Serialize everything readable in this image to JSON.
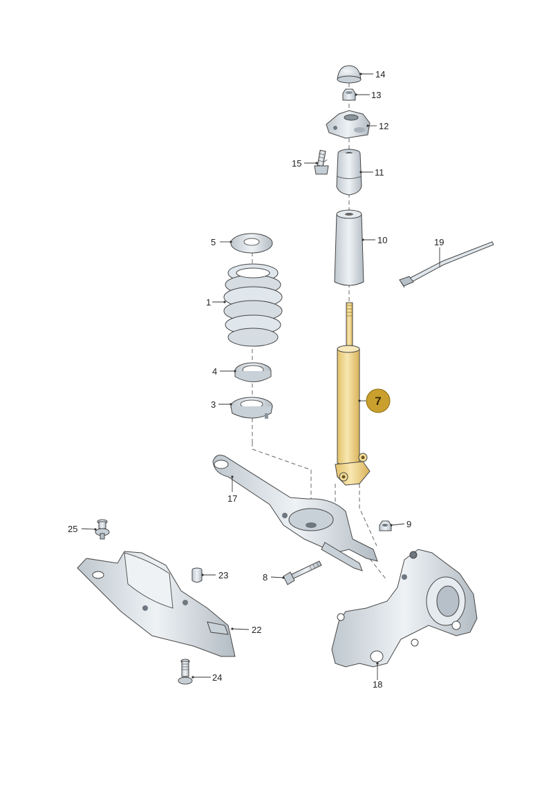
{
  "diagram": {
    "badge": {
      "label": "7",
      "color": "#c9a02e"
    },
    "highlight_color": "#f3d98a",
    "part_color": "#dfe6ec",
    "labels": {
      "p1": "1",
      "p3": "3",
      "p4": "4",
      "p5": "5",
      "p7": "7",
      "p8": "8",
      "p9": "9",
      "p10": "10",
      "p11": "11",
      "p12": "12",
      "p13": "13",
      "p14": "14",
      "p15": "15",
      "p17": "17",
      "p18": "18",
      "p19": "19",
      "p22": "22",
      "p23": "23",
      "p24": "24",
      "p25": "25"
    }
  }
}
